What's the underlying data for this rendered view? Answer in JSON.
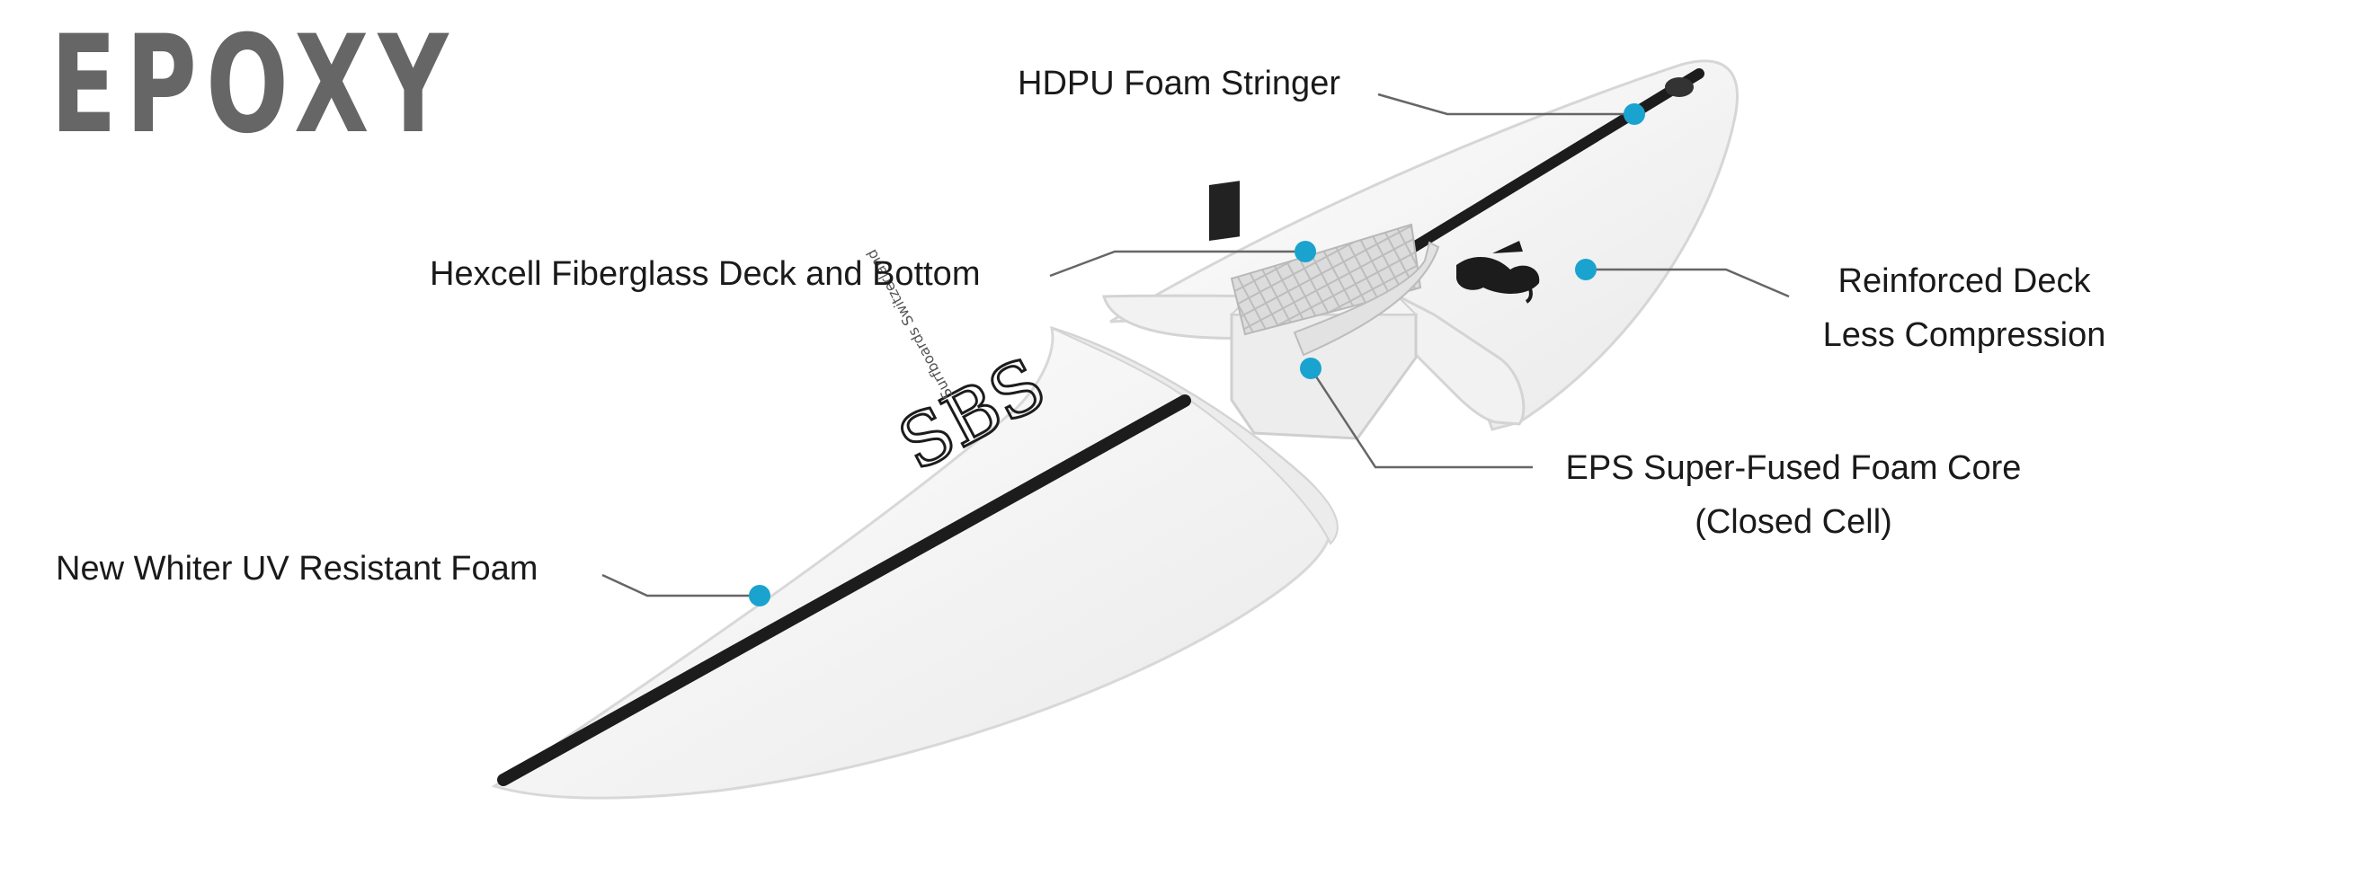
{
  "title": "EPOXY",
  "colors": {
    "title": "#666666",
    "label_text": "#1a1a1a",
    "callout_dot": "#1aa3cf",
    "leader_line": "#666666",
    "stringer": "#1c1c1c",
    "board_shell": "#f6f6f6",
    "foam_core": "#ececec"
  },
  "callouts": {
    "hdpu": {
      "text": "HDPU Foam Stringer"
    },
    "hexcell": {
      "text": "Hexcell Fiberglass Deck and Bottom"
    },
    "reinforced": {
      "line1": "Reinforced Deck",
      "line2": "Less Compression"
    },
    "eps": {
      "line1": "EPS Super-Fused Foam Core",
      "line2": "(Closed Cell)"
    },
    "uv": {
      "text": "New Whiter UV Resistant Foam"
    }
  },
  "board_text": {
    "logo_script": "SBS",
    "logo_tagline": "Surfboards Switzerland"
  }
}
